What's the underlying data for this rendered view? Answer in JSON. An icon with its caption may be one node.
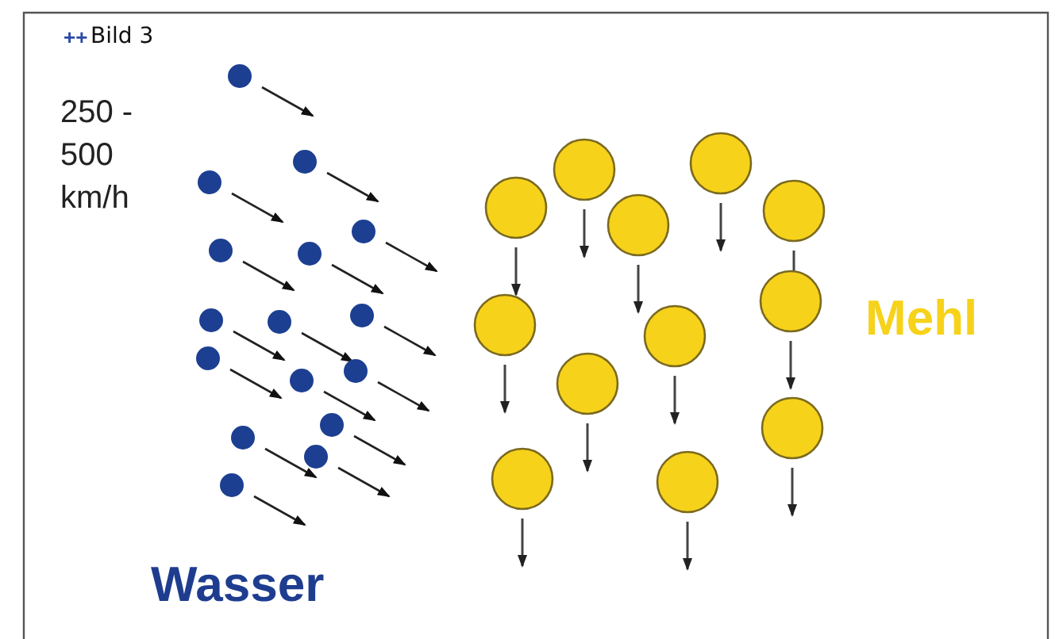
{
  "diagram": {
    "labels": [
      "++",
      "Bild 3",
      "250 - 500 km/h",
      "Wasser",
      "Mehl"
    ]
  }
}
